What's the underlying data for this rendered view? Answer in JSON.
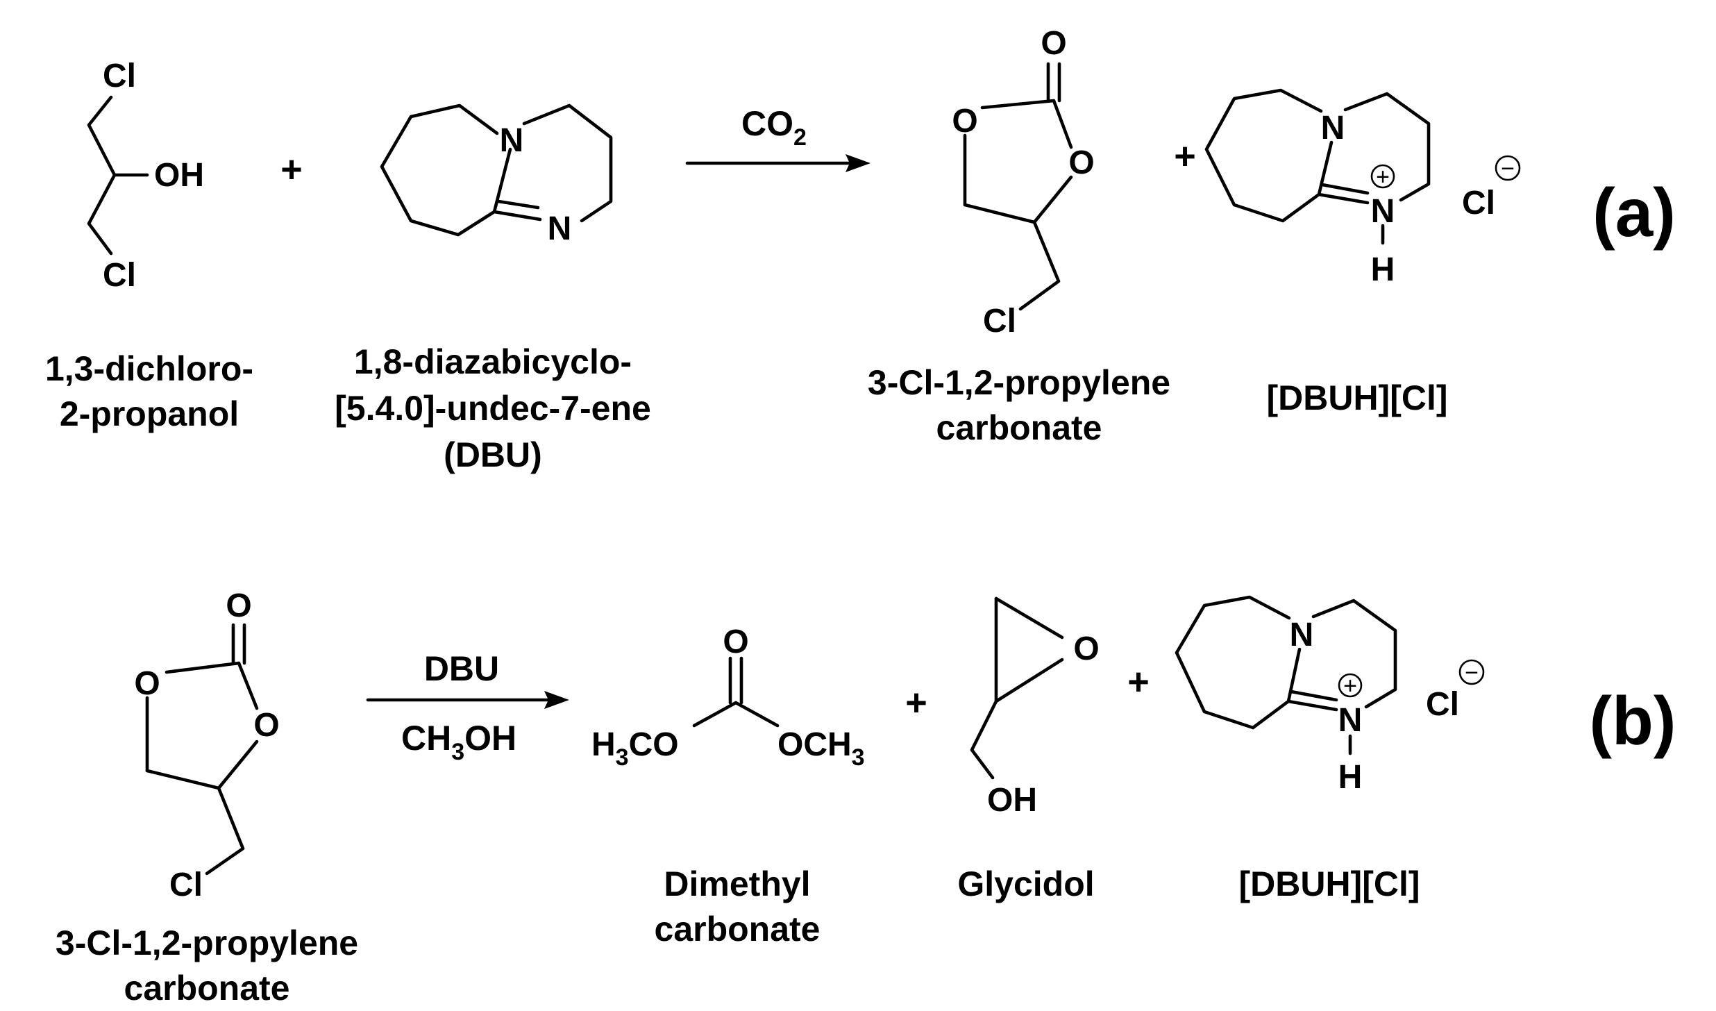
{
  "panel_a": {
    "label": "(a)",
    "reactant1": {
      "atoms": {
        "cl_top": "Cl",
        "oh": "OH",
        "cl_bottom": "Cl"
      },
      "name": [
        "1,3-dichloro-",
        "2-propanol"
      ]
    },
    "plus1": "+",
    "reactant2": {
      "atoms": {
        "n1": "N",
        "n2": "N"
      },
      "name": [
        "1,8-diazabicyclo-",
        "[5.4.0]-undec-7-ene",
        "(DBU)"
      ]
    },
    "arrow": {
      "reagent_main": "CO",
      "reagent_sub": "2"
    },
    "product1": {
      "atoms": {
        "o_carbonyl": "O",
        "o_left": "O",
        "o_right": "O",
        "cl": "Cl"
      },
      "name": [
        "3-Cl-1,2-propylene",
        "carbonate"
      ]
    },
    "plus2": "+",
    "product2": {
      "atoms": {
        "n1": "N",
        "n2": "N",
        "h": "H",
        "plus_charge": "+",
        "cl": "Cl",
        "minus_charge": "−"
      },
      "name": [
        "[DBUH][Cl]"
      ]
    }
  },
  "panel_b": {
    "label": "(b)",
    "reactant": {
      "atoms": {
        "o_carbonyl": "O",
        "o_left": "O",
        "o_right": "O",
        "cl": "Cl"
      },
      "name": [
        "3-Cl-1,2-propylene",
        "carbonate"
      ]
    },
    "arrow": {
      "reagent_top": "DBU",
      "reagent_bottom_a": "CH",
      "reagent_bottom_sub": "3",
      "reagent_bottom_b": "OH"
    },
    "product1": {
      "atoms": {
        "o_carbonyl": "O",
        "left_a": "H",
        "left_sub": "3",
        "left_b": "CO",
        "right_a": "OCH",
        "right_sub": "3"
      },
      "name": [
        "Dimethyl",
        "carbonate"
      ]
    },
    "plus1": "+",
    "product2": {
      "atoms": {
        "o_ring": "O",
        "oh": "OH"
      },
      "name": [
        "Glycidol"
      ]
    },
    "plus2": "+",
    "product3": {
      "atoms": {
        "n1": "N",
        "n2": "N",
        "h": "H",
        "plus_charge": "+",
        "cl": "Cl",
        "minus_charge": "−"
      },
      "name": [
        "[DBUH][Cl]"
      ]
    }
  }
}
